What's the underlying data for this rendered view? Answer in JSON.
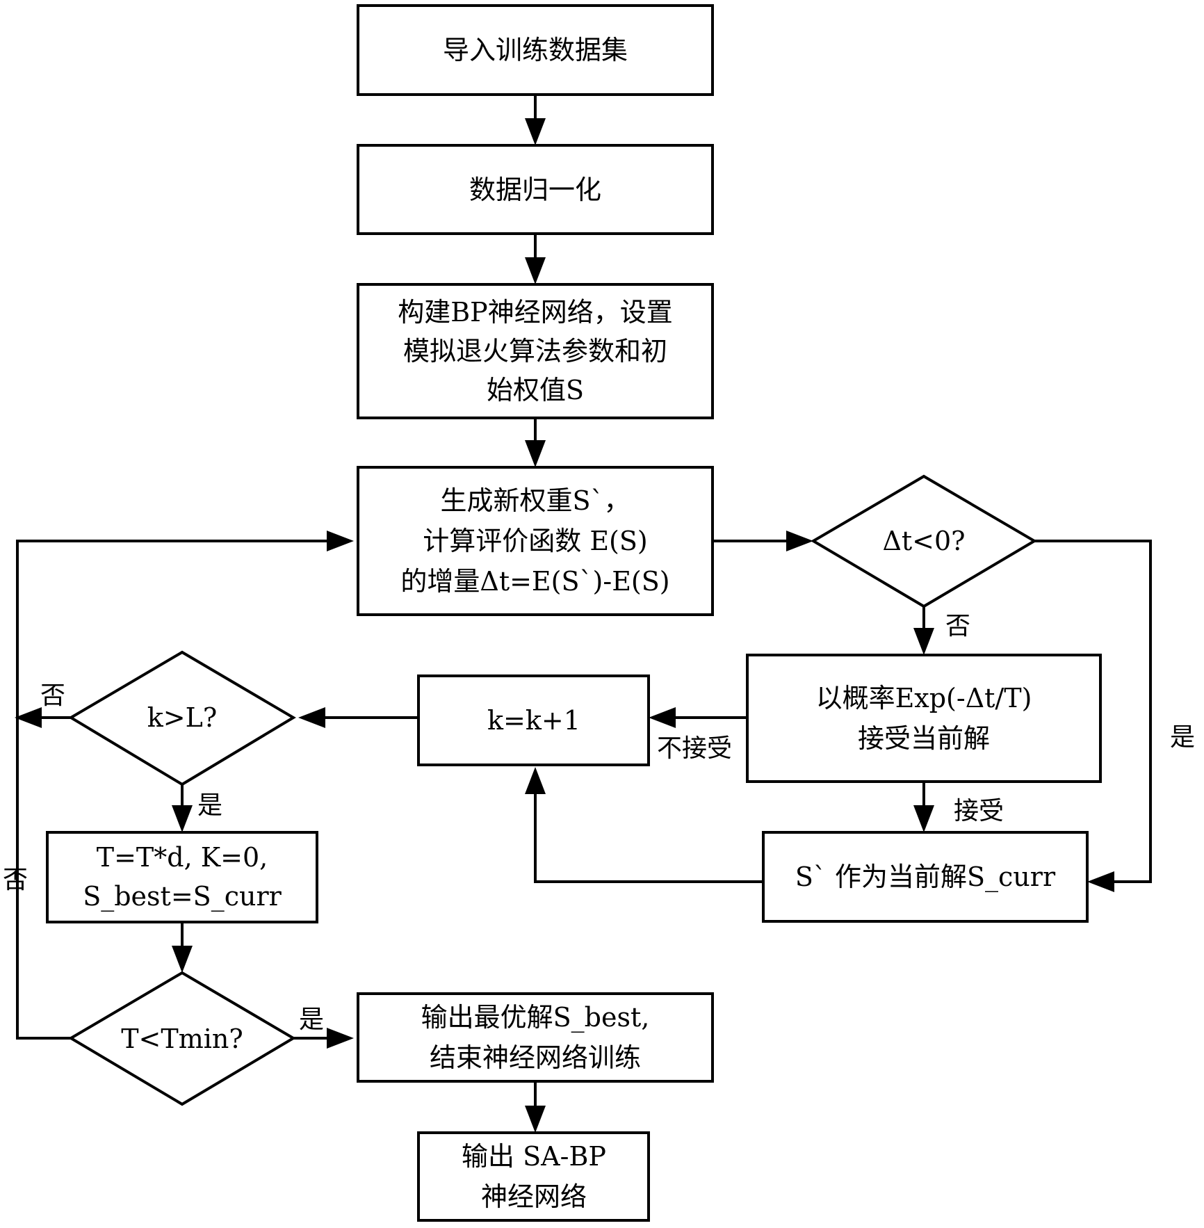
{
  "nodes": {
    "import": {
      "lines": [
        "导入训练数据集"
      ]
    },
    "normalize": {
      "lines": [
        "数据归一化"
      ]
    },
    "build": {
      "lines": [
        "构建BP神经网络，设置",
        "模拟退火算法参数和初",
        "始权值S"
      ]
    },
    "generate": {
      "lines": [
        "生成新权重S`，",
        "计算评价函数 E(S)",
        "的增量Δt=E(S`)-E(S)"
      ]
    },
    "dt_check": {
      "lines": [
        "Δt<0?"
      ]
    },
    "accept_prob": {
      "lines": [
        "以概率Exp(-Δt/T)",
        "接受当前解"
      ]
    },
    "k_inc": {
      "lines": [
        "k=k+1"
      ]
    },
    "k_check": {
      "lines": [
        "k>L?"
      ]
    },
    "cool": {
      "lines": [
        "T=T*d, K=0,",
        "S_best=S_curr"
      ]
    },
    "s_curr": {
      "lines": [
        "S` 作为当前解S_curr"
      ]
    },
    "t_check": {
      "lines": [
        "T<Tmin?"
      ]
    },
    "output_best": {
      "lines": [
        "输出最优解S_best,",
        "结束神经网络训练"
      ]
    },
    "output_net": {
      "lines": [
        "输出 SA-BP",
        "神经网络"
      ]
    }
  },
  "edge_labels": {
    "dt_no": "否",
    "dt_yes": "是",
    "reject": "不接受",
    "accept": "接受",
    "k_no": "否",
    "k_yes": "是",
    "t_no": "否",
    "t_yes": "是"
  }
}
